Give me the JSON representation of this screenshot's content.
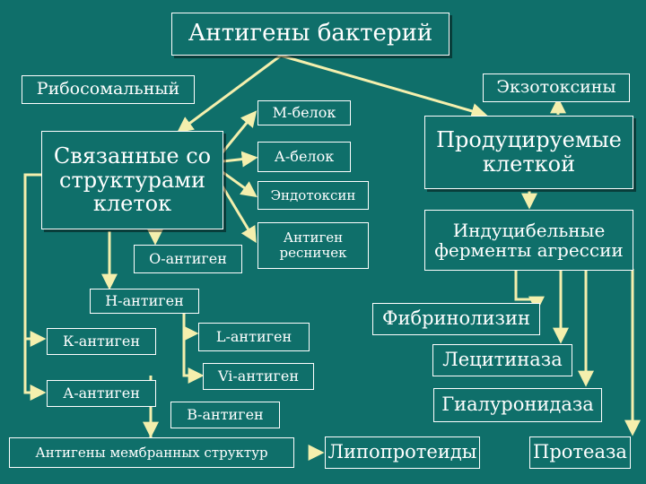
{
  "colors": {
    "background": "#0f6f6a",
    "border": "#ffffff",
    "connector": "#f4efad",
    "text": "#ffffff"
  },
  "nodes": {
    "title": "Антигены бактерий",
    "ribosomal": "Рибосомальный",
    "exotoxins": "Экзотоксины",
    "m_protein": "М-белок",
    "a_protein": "А-белок",
    "endotoxin": "Эндотоксин",
    "cilia_antigen": "Антиген ресничек",
    "bound_to_structures": "Связанные со структурами клеток",
    "o_antigen": "О-антиген",
    "h_antigen": "Н-антиген",
    "k_antigen": "К-антиген",
    "a_antigen": "А-антиген",
    "l_antigen": "L-антиген",
    "vi_antigen": "Vi-антиген",
    "b_antigen": "В-антиген",
    "membrane_antigens": "Антигены мембранных структур",
    "produced_by_cell": "Продуцируемые клеткой",
    "inducible_enzymes": "Индуцибельные ферменты агрессии",
    "fibrinolysin": "Фибринолизин",
    "lecithinase": "Лецитиназа",
    "hyaluronidase": "Гиалуронидаза",
    "lipoproteids": "Липопротеиды",
    "protease": "Протеаза"
  }
}
